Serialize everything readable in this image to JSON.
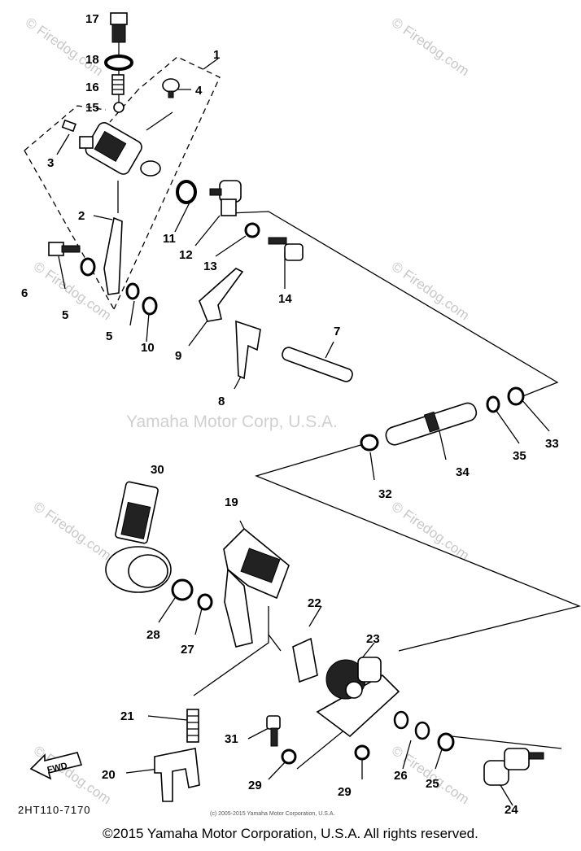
{
  "part_numbers": {
    "p1": "1",
    "p2": "2",
    "p3": "3",
    "p4": "4",
    "p5a": "5",
    "p5b": "5",
    "p6": "6",
    "p7": "7",
    "p8": "8",
    "p9": "9",
    "p10": "10",
    "p11": "11",
    "p12": "12",
    "p13": "13",
    "p14": "14",
    "p15": "15",
    "p16": "16",
    "p17": "17",
    "p18": "18",
    "p19": "19",
    "p20": "20",
    "p21": "21",
    "p22": "22",
    "p23": "23",
    "p24": "24",
    "p25": "25",
    "p26": "26",
    "p27": "27",
    "p28": "28",
    "p29a": "29",
    "p29b": "29",
    "p30": "30",
    "p31": "31",
    "p32": "32",
    "p33": "33",
    "p34": "34",
    "p35": "35"
  },
  "watermark": "© Firedog.com",
  "center_watermark": "Yamaha Motor Corp, U.S.A.",
  "fwd_label": "FWD",
  "diagram_ref": "2HT110-7170",
  "inner_copyright": "(c) 2005-2015 Yamaha Motor Corporation, U.S.A.",
  "footer": "©2015 Yamaha Motor Corporation, U.S.A. All rights reserved."
}
